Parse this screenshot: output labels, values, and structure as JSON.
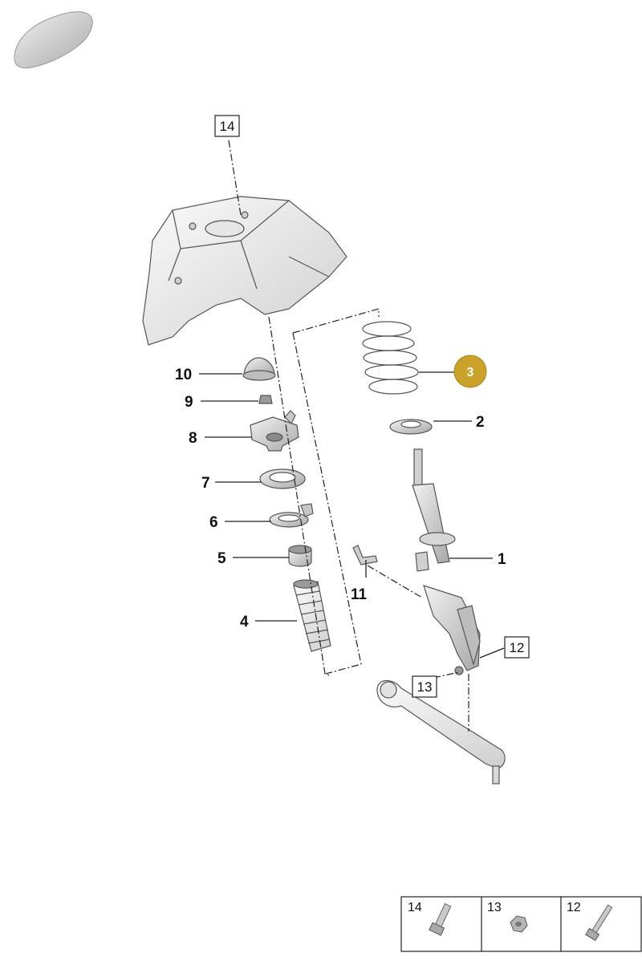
{
  "callouts": {
    "c1": "1",
    "c2": "2",
    "c3": "3",
    "c4": "4",
    "c5": "5",
    "c6": "6",
    "c7": "7",
    "c8": "8",
    "c9": "9",
    "c10": "10",
    "c11": "11",
    "c12": "12",
    "c13": "13",
    "c14": "14"
  },
  "legend": {
    "cells": [
      {
        "label": "14",
        "icon": "bolt-icon"
      },
      {
        "label": "13",
        "icon": "nut-icon"
      },
      {
        "label": "12",
        "icon": "long-bolt-icon"
      }
    ]
  },
  "colors": {
    "highlight": "#c9a227",
    "part_fill": "#d9d9d9",
    "part_dark": "#9a9a9a"
  }
}
